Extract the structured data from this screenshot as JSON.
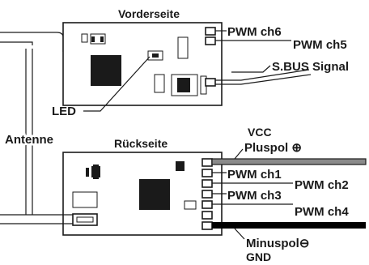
{
  "front": {
    "title": "Vorderseite",
    "pins": [
      "PWM ch6",
      "PWM ch5"
    ],
    "sbus_label": "S.BUS Signal",
    "led_label": "LED"
  },
  "antenna_label": "Antenne",
  "back": {
    "title": "Rückseite",
    "vcc_label": "VCC",
    "plus_label": "Pluspol ⊕",
    "pins": [
      "PWM ch1",
      "PWM ch2",
      "PWM ch3",
      "PWM ch4"
    ],
    "minus_label": "Minuspol⊖",
    "gnd_label": "GND"
  },
  "colors": {
    "outline": "#1a1a1a",
    "vcc_wire": "#8a8a8a",
    "gnd_wire": "#000000",
    "background": "#ffffff"
  }
}
